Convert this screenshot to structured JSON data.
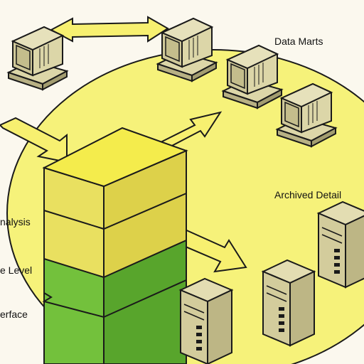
{
  "labels": {
    "data_marts": "Data Marts",
    "archived_detail": "Archived Detail",
    "analysis": "nalysis",
    "level": "e Level",
    "interface": "erface"
  },
  "colors": {
    "ellipse_fill": "#f6f27a",
    "stack_top": "#f4ec4c",
    "stack_front_yellow": "#e9e060",
    "stack_green_front": "#73c13c",
    "stack_green_side": "#58a52c",
    "arrow_fill": "#f7f070",
    "monitor_beige": "#dcd6a8",
    "outline": "#1a1a1a"
  },
  "icons": [
    "workstation-icon",
    "server-tower-icon",
    "double-arrow-icon"
  ]
}
